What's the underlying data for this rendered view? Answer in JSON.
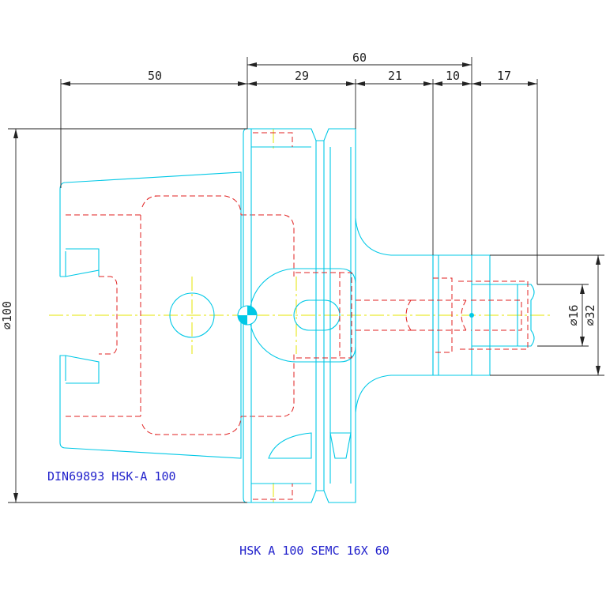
{
  "dimensions": {
    "overall_length": "60",
    "taper_length": "50",
    "flange_length": "29",
    "neck_length": "21",
    "collar_length": "10",
    "tip_length": "17",
    "flange_diameter": "⌀100",
    "bore_diameter": "⌀16",
    "shank_diameter": "⌀32"
  },
  "labels": {
    "standard": "DIN69893 HSK-A 100",
    "part_name": "HSK A 100 SEMC 16X 60"
  },
  "colors": {
    "outline": "#00c8e6",
    "hidden": "#e02020",
    "centerline": "#e6e600",
    "dimension": "#222222",
    "annotation": "#2222cc"
  }
}
